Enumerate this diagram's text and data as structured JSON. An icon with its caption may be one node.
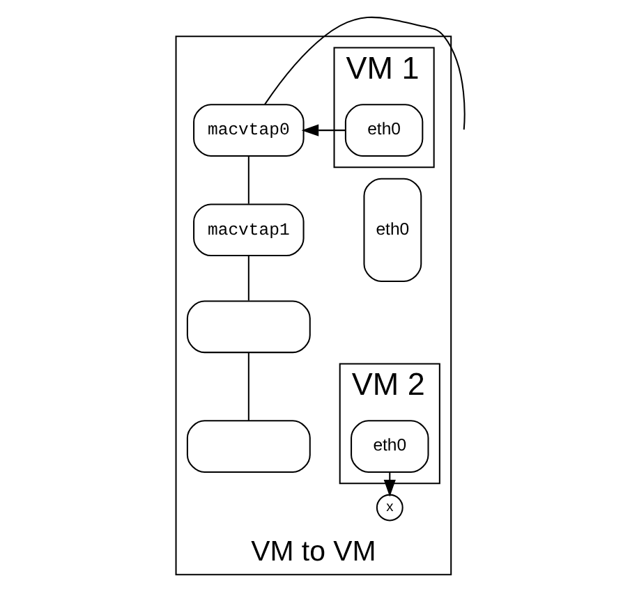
{
  "diagram": {
    "nodes": [
      {
        "text": [
          "VM to VM"
        ]
      },
      {
        "text": [
          "VM 1"
        ],
        "in": 0
      },
      {
        "text": [
          "eth0"
        ],
        "in": 1
      },
      {
        "text": [
          "VM 2"
        ],
        "in": 0
      },
      {
        "text": [
          "eth0"
        ],
        "in": 3
      },
      {
        "text": [
          "eth0"
        ],
        "in": 0
      },
      {
        "text": [
          "macvtap0"
        ],
        "in": 0
      },
      {
        "text": [
          "macvtap1"
        ],
        "in": 0
      },
      {
        "text": [],
        "shape": "box",
        "in": 0
      },
      {
        "text": [],
        "shape": "box",
        "in": 0
      },
      {
        "text": [
          "x"
        ],
        "in": 0
      }
    ],
    "edges": [
      {
        "from": 2,
        "to": 6,
        "arrow": "to"
      },
      {
        "from": 6,
        "to": null,
        "arrow": "none"
      },
      {
        "from": 4,
        "to": 10,
        "arrow": "to"
      },
      {
        "from": 6,
        "to": 7,
        "arrow": "none"
      },
      {
        "from": 7,
        "to": 8,
        "arrow": "none"
      },
      {
        "from": 8,
        "to": 9,
        "arrow": "none"
      }
    ]
  }
}
